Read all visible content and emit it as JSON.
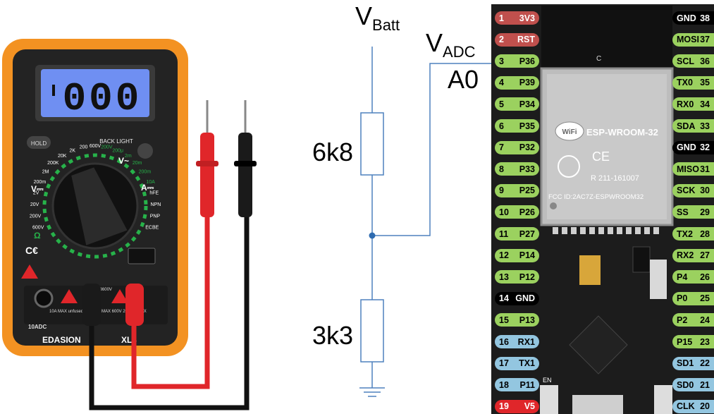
{
  "multimeter": {
    "display_value": "000",
    "brand": "EDASION",
    "model": "XL8",
    "hold_label": "HOLD",
    "back_light_label": "BACK LIGHT",
    "dial_labels": [
      "600V",
      "200V",
      "20V",
      "2V",
      "200m",
      "2M",
      "200K",
      "20K",
      "2K",
      "200",
      "600V",
      "200V",
      "200μ",
      "2m",
      "20m",
      "200m",
      "10A",
      "hFE",
      "NPN",
      "PNP",
      "ECBE"
    ],
    "mode_labels": [
      "V⎓",
      "V~",
      "A⎓",
      "Ω"
    ],
    "jack_labels": [
      "10ADC",
      "10A MAX unfused",
      "MAX 600V 200mA MAX",
      "CAT3600V"
    ],
    "colors": {
      "body": "#f39222",
      "face": "#222222",
      "lcd": "#6f8ff2",
      "dial_ring": "#27b24a",
      "probe_red": "#e0262a",
      "probe_black": "#1a1a1a"
    }
  },
  "schematic": {
    "supply_label": "V",
    "supply_sub": "Batt",
    "adc_label": "V",
    "adc_sub": "ADC",
    "adc_pin": "A0",
    "r_top": "6k8",
    "r_bottom": "3k3",
    "colors": {
      "wire": "#4e81bd",
      "node": "#2e6bb0"
    }
  },
  "board": {
    "module_name": "ESP-WROOM-32",
    "cert": "R 211-161007",
    "fcc": "FCC ID:2AC7Z-ESPWROOM32",
    "wifi_label": "WiFi",
    "ce_label": "CE",
    "letter_c": "C",
    "en_label": "EN",
    "left_pins": [
      {
        "num": "1",
        "name": "3V3",
        "color": "#c0504d",
        "text": "#ffffff"
      },
      {
        "num": "2",
        "name": "RST",
        "color": "#c0504d",
        "text": "#ffffff"
      },
      {
        "num": "3",
        "name": "P36",
        "color": "#9bd15f",
        "text": "#000000"
      },
      {
        "num": "4",
        "name": "P39",
        "color": "#9bd15f",
        "text": "#000000"
      },
      {
        "num": "5",
        "name": "P34",
        "color": "#9bd15f",
        "text": "#000000"
      },
      {
        "num": "6",
        "name": "P35",
        "color": "#9bd15f",
        "text": "#000000"
      },
      {
        "num": "7",
        "name": "P32",
        "color": "#9bd15f",
        "text": "#000000"
      },
      {
        "num": "8",
        "name": "P33",
        "color": "#9bd15f",
        "text": "#000000"
      },
      {
        "num": "9",
        "name": "P25",
        "color": "#9bd15f",
        "text": "#000000"
      },
      {
        "num": "10",
        "name": "P26",
        "color": "#9bd15f",
        "text": "#000000"
      },
      {
        "num": "11",
        "name": "P27",
        "color": "#9bd15f",
        "text": "#000000"
      },
      {
        "num": "12",
        "name": "P14",
        "color": "#9bd15f",
        "text": "#000000"
      },
      {
        "num": "13",
        "name": "P12",
        "color": "#9bd15f",
        "text": "#000000"
      },
      {
        "num": "14",
        "name": "GND",
        "color": "#000000",
        "text": "#ffffff"
      },
      {
        "num": "15",
        "name": "P13",
        "color": "#9bd15f",
        "text": "#000000"
      },
      {
        "num": "16",
        "name": "RX1",
        "color": "#93c6e0",
        "text": "#000000"
      },
      {
        "num": "17",
        "name": "TX1",
        "color": "#93c6e0",
        "text": "#000000"
      },
      {
        "num": "18",
        "name": "P11",
        "color": "#93c6e0",
        "text": "#000000"
      },
      {
        "num": "19",
        "name": "V5",
        "color": "#e0262a",
        "text": "#ffffff"
      }
    ],
    "right_pins": [
      {
        "name": "GND",
        "num": "38",
        "color": "#000000",
        "text": "#ffffff"
      },
      {
        "name": "MOSI",
        "num": "37",
        "color": "#9bd15f",
        "text": "#000000"
      },
      {
        "name": "SCL",
        "num": "36",
        "color": "#9bd15f",
        "text": "#000000"
      },
      {
        "name": "TX0",
        "num": "35",
        "color": "#9bd15f",
        "text": "#000000"
      },
      {
        "name": "RX0",
        "num": "34",
        "color": "#9bd15f",
        "text": "#000000"
      },
      {
        "name": "SDA",
        "num": "33",
        "color": "#9bd15f",
        "text": "#000000"
      },
      {
        "name": "GND",
        "num": "32",
        "color": "#000000",
        "text": "#ffffff"
      },
      {
        "name": "MISO",
        "num": "31",
        "color": "#9bd15f",
        "text": "#000000"
      },
      {
        "name": "SCK",
        "num": "30",
        "color": "#9bd15f",
        "text": "#000000"
      },
      {
        "name": "SS",
        "num": "29",
        "color": "#9bd15f",
        "text": "#000000"
      },
      {
        "name": "TX2",
        "num": "28",
        "color": "#9bd15f",
        "text": "#000000"
      },
      {
        "name": "RX2",
        "num": "27",
        "color": "#9bd15f",
        "text": "#000000"
      },
      {
        "name": "P4",
        "num": "26",
        "color": "#9bd15f",
        "text": "#000000"
      },
      {
        "name": "P0",
        "num": "25",
        "color": "#9bd15f",
        "text": "#000000"
      },
      {
        "name": "P2",
        "num": "24",
        "color": "#9bd15f",
        "text": "#000000"
      },
      {
        "name": "P15",
        "num": "23",
        "color": "#9bd15f",
        "text": "#000000"
      },
      {
        "name": "SD1",
        "num": "22",
        "color": "#93c6e0",
        "text": "#000000"
      },
      {
        "name": "SD0",
        "num": "21",
        "color": "#93c6e0",
        "text": "#000000"
      },
      {
        "name": "CLK",
        "num": "20",
        "color": "#93c6e0",
        "text": "#000000"
      }
    ]
  }
}
